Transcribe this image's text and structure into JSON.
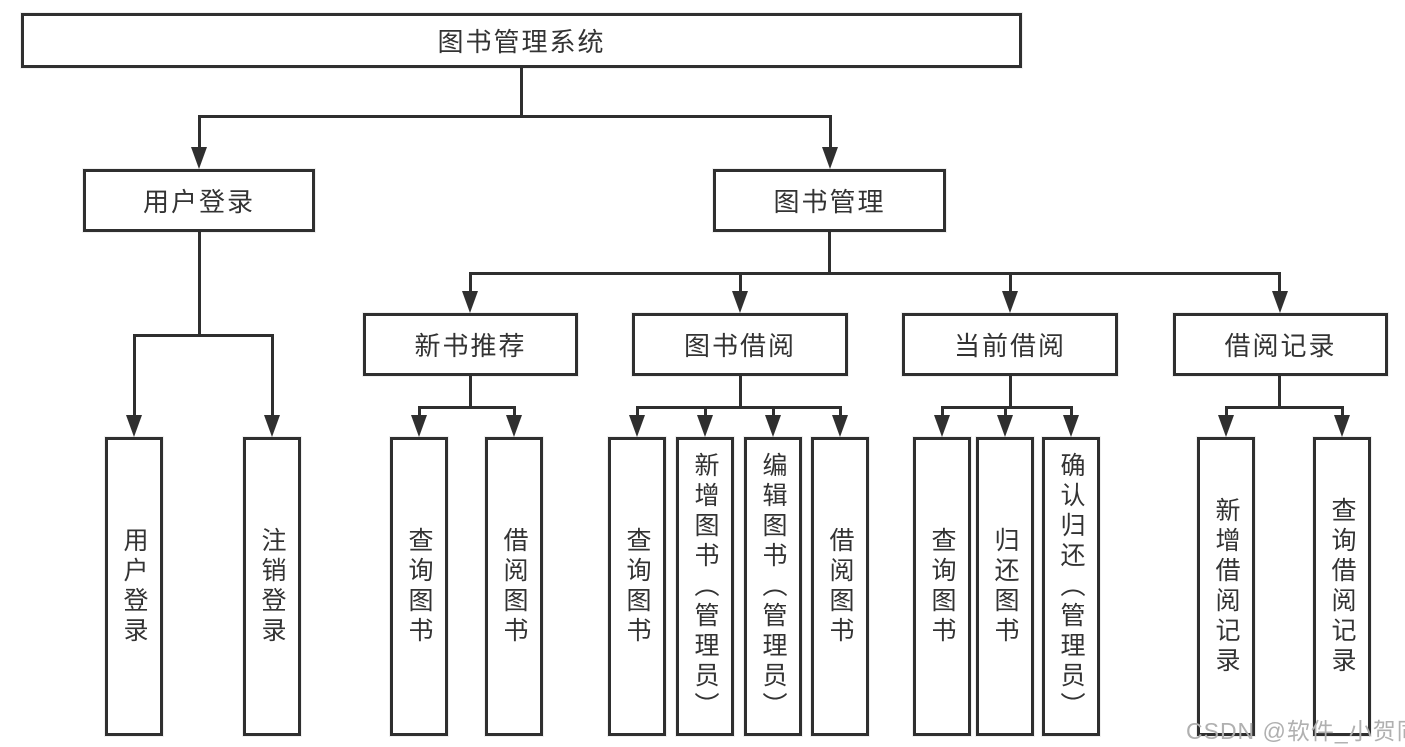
{
  "diagram": {
    "title_node": "root",
    "line_color": "#2f2f2f",
    "text_color": "#333333",
    "root": {
      "label": "图书管理系统"
    },
    "branches": [
      {
        "label": "用户登录",
        "children": [
          {
            "label": "用户登录"
          },
          {
            "label": "注销登录"
          }
        ]
      },
      {
        "label": "图书管理",
        "children": [
          {
            "label": "新书推荐",
            "children": [
              {
                "label": "查询图书"
              },
              {
                "label": "借阅图书"
              }
            ]
          },
          {
            "label": "图书借阅",
            "children": [
              {
                "label": "查询图书"
              },
              {
                "label": "新增图书（管理员）"
              },
              {
                "label": "编辑图书（管理员）"
              },
              {
                "label": "借阅图书"
              }
            ]
          },
          {
            "label": "当前借阅",
            "children": [
              {
                "label": "查询图书"
              },
              {
                "label": "归还图书"
              },
              {
                "label": "确认归还（管理员）"
              }
            ]
          },
          {
            "label": "借阅记录",
            "children": [
              {
                "label": "新增借阅记录"
              },
              {
                "label": "查询借阅记录"
              }
            ]
          }
        ]
      }
    ]
  },
  "watermark": {
    "text": "CSDN @软件_小贺同学",
    "color": "#b0b0b0"
  }
}
